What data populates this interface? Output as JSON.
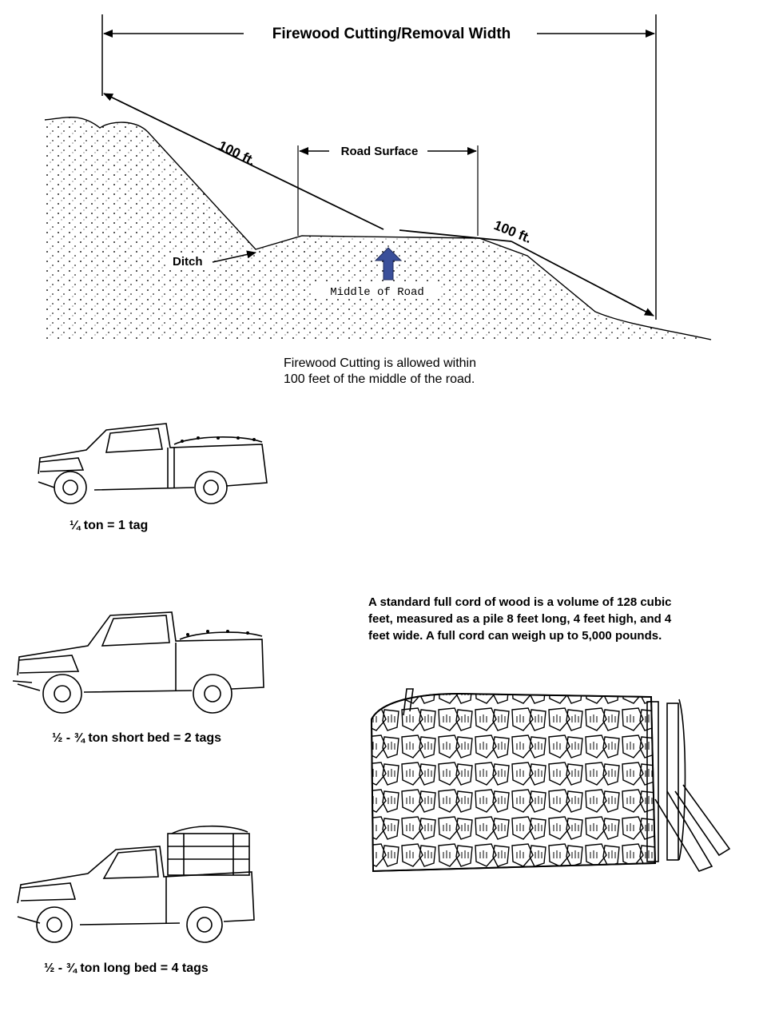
{
  "diagram": {
    "width_label": "Firewood Cutting/Removal Width",
    "distance_left": "100 ft.",
    "distance_right": "100 ft.",
    "road_surface": "Road Surface",
    "ditch": "Ditch",
    "middle_of_road": "Middle of Road",
    "arrow_color": "#3a4f9a"
  },
  "note": {
    "line1": "Firewood Cutting is allowed within",
    "line2": "100 feet of the middle of the road."
  },
  "trucks": [
    {
      "caption": "¼ ton = 1 tag"
    },
    {
      "caption": "½ - ¾ ton short bed = 2 tags"
    },
    {
      "caption": "½ - ¾ ton long bed = 4 tags"
    }
  ],
  "cord": {
    "line1": "A standard full cord of wood is a volume of 128 cubic",
    "line2": "feet, measured as a pile 8 feet long, 4 feet high, and 4",
    "line3": "feet wide.  A full cord can weigh up to 5,000 pounds."
  }
}
